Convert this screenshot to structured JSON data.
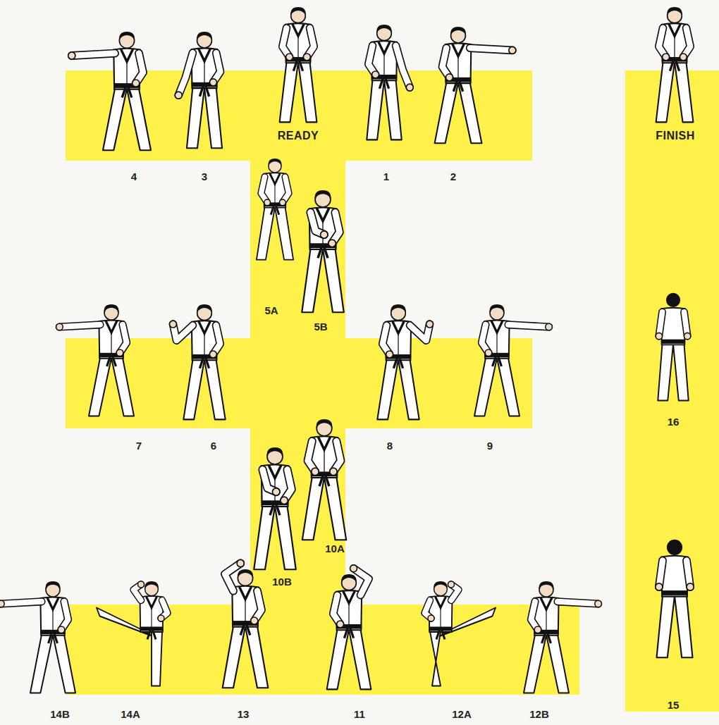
{
  "diagram": {
    "labels": [
      "4",
      "3",
      "READY",
      "1",
      "2",
      "FINISH",
      "5A",
      "5B",
      "7",
      "6",
      "8",
      "9",
      "16",
      "10B",
      "10A",
      "14B",
      "14A",
      "13",
      "11",
      "12A",
      "12B",
      "15"
    ]
  }
}
